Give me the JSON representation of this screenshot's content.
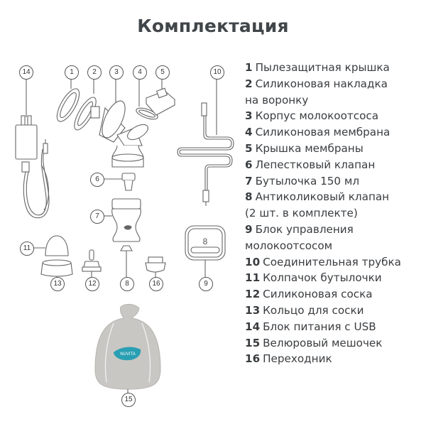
{
  "title": "Комплектация",
  "items": [
    {
      "num": "1",
      "label": "Пылезащитная крышка"
    },
    {
      "num": "2",
      "label": "Силиконовая накладка",
      "label2": "на воронку"
    },
    {
      "num": "3",
      "label": "Корпус молокоотсоса"
    },
    {
      "num": "4",
      "label": "Силиконовая мембрана"
    },
    {
      "num": "5",
      "label": "Крышка мембраны"
    },
    {
      "num": "6",
      "label": "Лепестковый клапан"
    },
    {
      "num": "7",
      "label": "Бутылочка 150 мл"
    },
    {
      "num": "8",
      "label": "Антиколиковый клапан",
      "label2": "(2 шт. в комплекте)"
    },
    {
      "num": "9",
      "label": "Блок управления",
      "label2": "молокоотсосом"
    },
    {
      "num": "10",
      "label": "Соединительная трубка"
    },
    {
      "num": "11",
      "label": "Колпачок бутылочки"
    },
    {
      "num": "12",
      "label": "Силиконовая соска"
    },
    {
      "num": "13",
      "label": "Кольцо для соски"
    },
    {
      "num": "14",
      "label": "Блок питания с USB"
    },
    {
      "num": "15",
      "label": "Велюровый мешочек"
    },
    {
      "num": "16",
      "label": "Переходник"
    }
  ],
  "callouts": {
    "c1": "1",
    "c2": "2",
    "c3": "3",
    "c4": "4",
    "c5": "5",
    "c6": "6",
    "c7": "7",
    "c8": "8",
    "c9": "9",
    "c10": "10",
    "c11": "11",
    "c12": "12",
    "c13": "13",
    "c14": "14",
    "c15": "15",
    "c16": "16"
  },
  "bag_logo": "NUVITA",
  "control_display": "8",
  "colors": {
    "accent_teal": "#2a9fb3",
    "text": "#3a3d40",
    "bag": "#c9c7c3"
  }
}
